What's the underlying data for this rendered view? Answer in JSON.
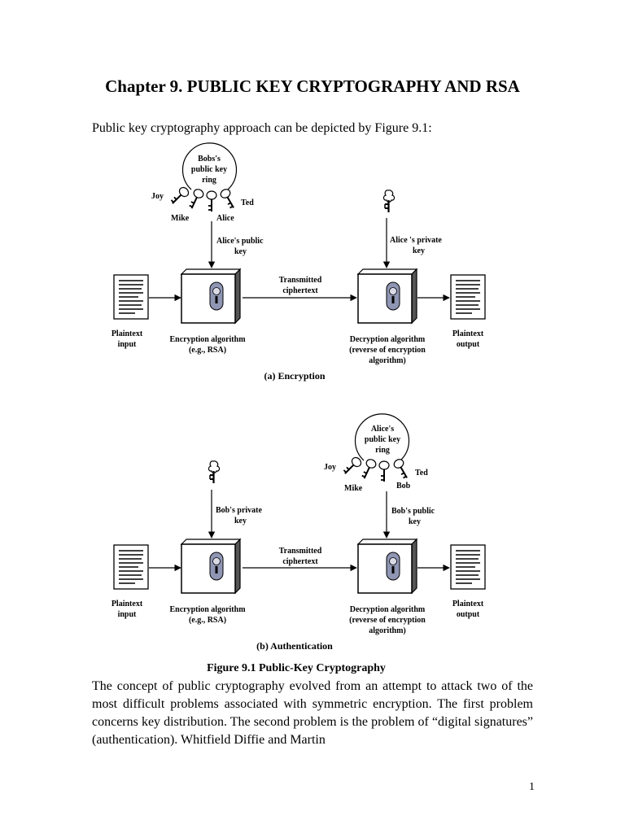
{
  "doc": {
    "title": "Chapter 9. PUBLIC KEY CRYPTOGRAPHY AND RSA",
    "intro": "Public key cryptography approach can be depicted by Figure 9.1:",
    "body": "The concept of public cryptography evolved from an attempt to attack two of the most difficult problems associated with symmetric encryption. The first problem concerns key distribution. The second problem is the problem of “digital signatures” (authentication). Whitfield Diffie and Martin",
    "page_number": "1"
  },
  "figure": {
    "caption": "Figure 9.1  Public-Key Cryptography",
    "a": {
      "subcaption": "(a) Encryption",
      "ring_line1": "Bobs's",
      "ring_line2": "public key",
      "ring_line3": "ring",
      "key_joy": "Joy",
      "key_mike": "Mike",
      "key_alice": "Alice",
      "key_ted": "Ted",
      "left_key_line1": "Alice's public",
      "left_key_line2": "key",
      "right_key_line1": "Alice 's private",
      "right_key_line2": "key",
      "transmitted_line1": "Transmitted",
      "transmitted_line2": "ciphertext",
      "plain_in_line1": "Plaintext",
      "plain_in_line2": "input",
      "enc_line1": "Encryption algorithm",
      "enc_line2": "(e.g., RSA)",
      "dec_line1": "Decryption algorithm",
      "dec_line2": "(reverse of encryption",
      "dec_line3": "algorithm)",
      "plain_out_line1": "Plaintext",
      "plain_out_line2": "output"
    },
    "b": {
      "subcaption": "(b) Authentication",
      "ring_line1": "Alice's",
      "ring_line2": "public key",
      "ring_line3": "ring",
      "key_joy": "Joy",
      "key_mike": "Mike",
      "key_bob": "Bob",
      "key_ted": "Ted",
      "left_key_line1": "Bob's private",
      "left_key_line2": "key",
      "right_key_line1": "Bob's public",
      "right_key_line2": "key",
      "transmitted_line1": "Transmitted",
      "transmitted_line2": "ciphertext",
      "plain_in_line1": "Plaintext",
      "plain_in_line2": "input",
      "enc_line1": "Encryption algorithm",
      "enc_line2": "(e.g., RSA)",
      "dec_line1": "Decryption algorithm",
      "dec_line2": "(reverse of encryption",
      "dec_line3": "algorithm)",
      "plain_out_line1": "Plaintext",
      "plain_out_line2": "output"
    }
  }
}
